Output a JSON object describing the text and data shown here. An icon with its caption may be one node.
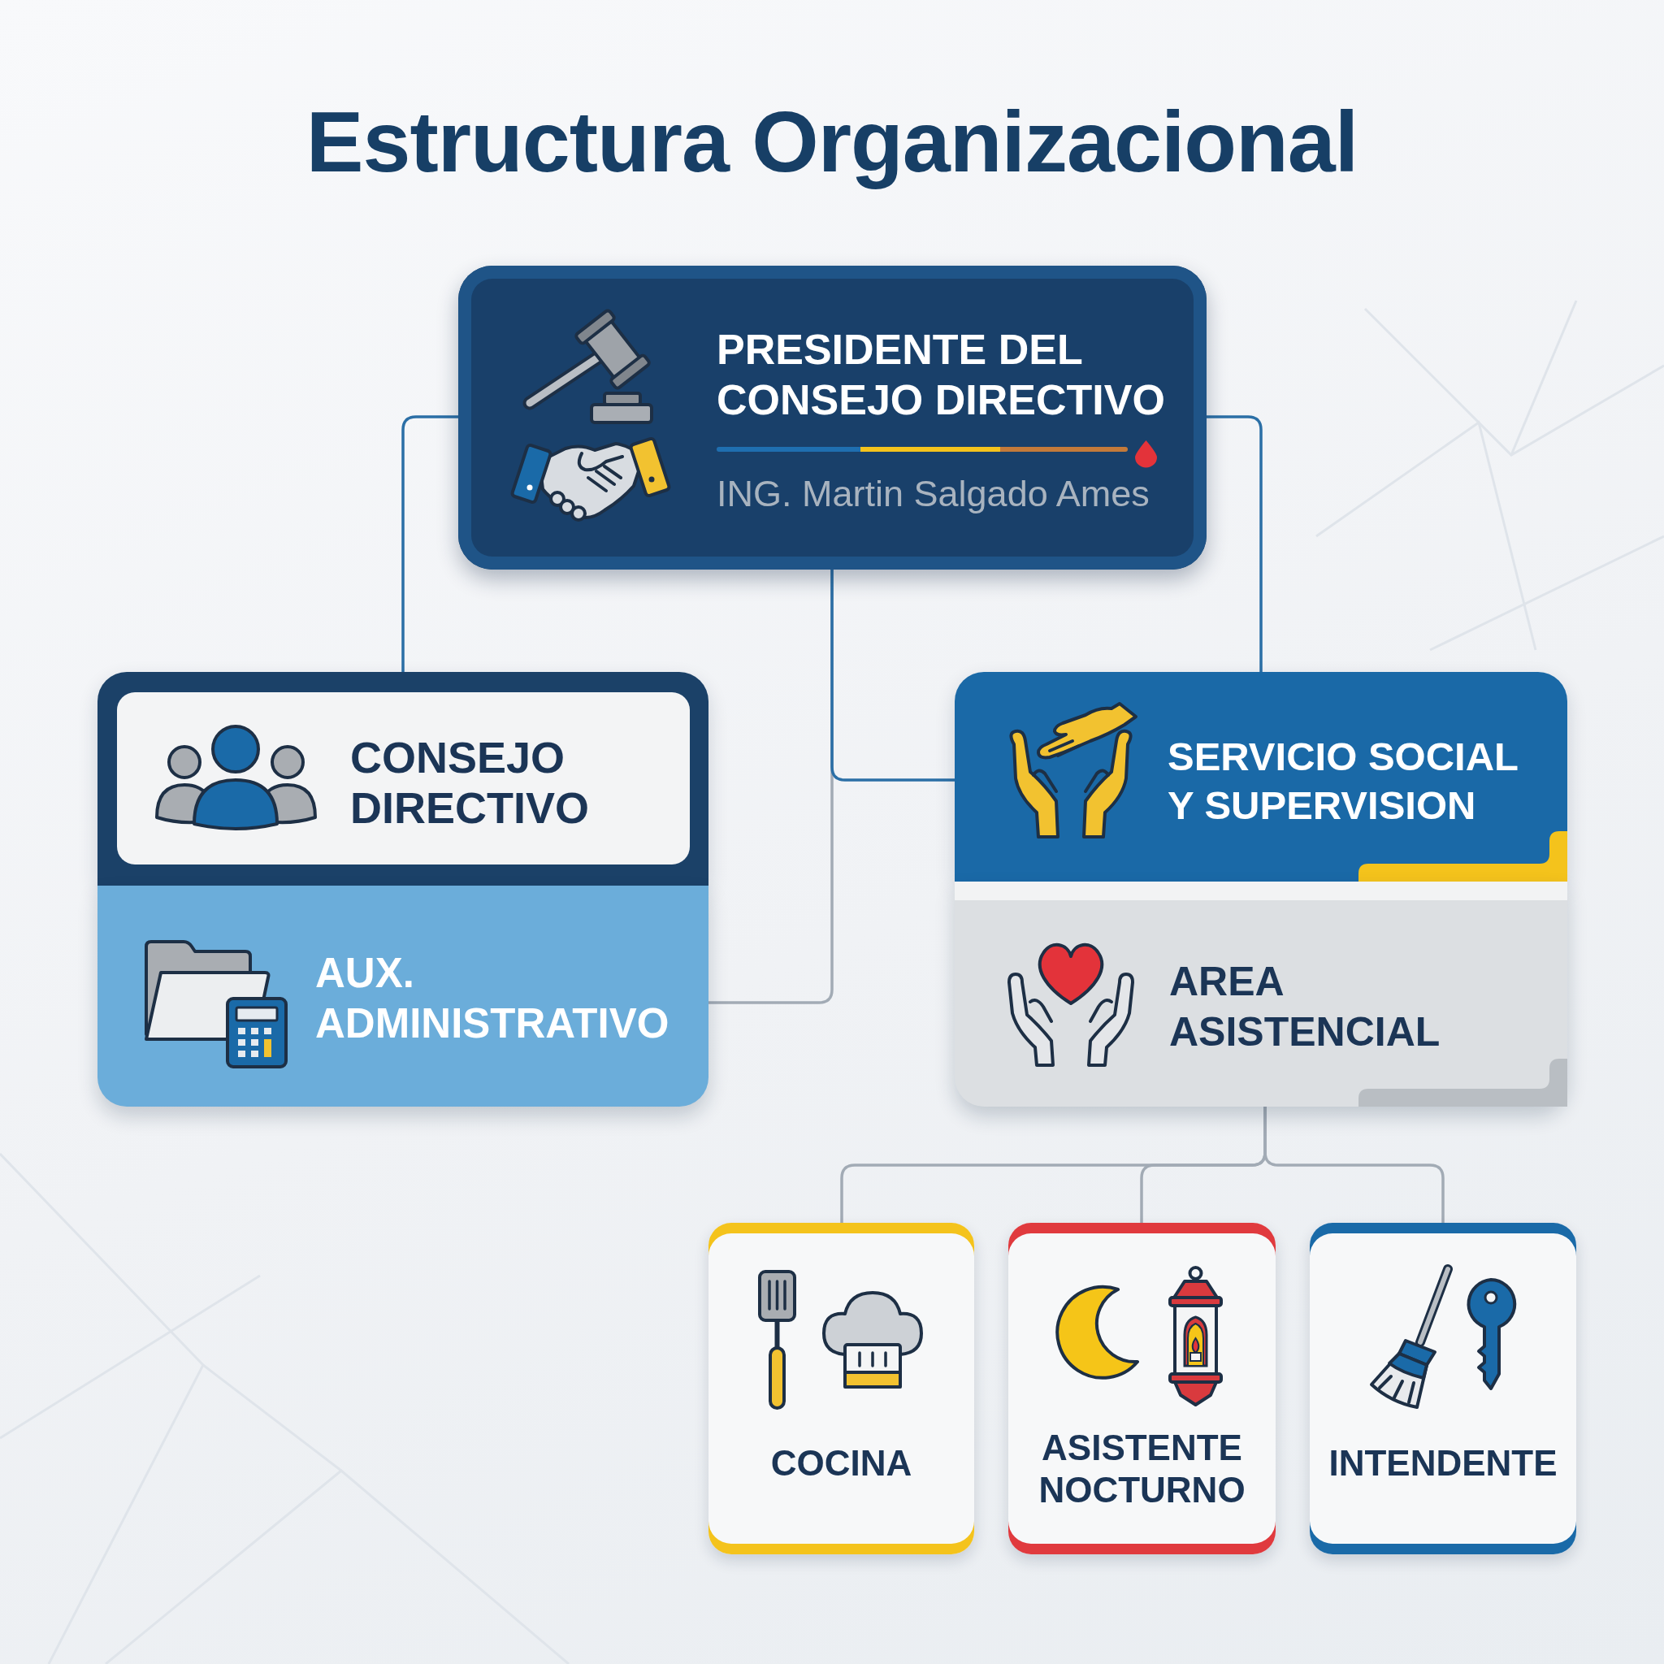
{
  "diagram": {
    "title": "Estructura Organizacional",
    "nodes": [
      {
        "text": [
          "PRESIDENTE DEL CONSEJO DIRECTIVO",
          "ING. Martin Salgado Ames"
        ]
      },
      {
        "text": [
          "CONSEJO DIRECTIVO"
        ]
      },
      {
        "text": [
          "AUX. ADMINISTRATIVO"
        ]
      },
      {
        "text": [
          "SERVICIO SOCIAL Y SUPERVISION"
        ]
      },
      {
        "text": [
          "AREA ASISTENCIAL"
        ]
      },
      {
        "text": [
          "COCINA"
        ]
      },
      {
        "text": [
          "ASISTENTE NOCTURNO"
        ]
      },
      {
        "text": [
          "INTENDENTE"
        ]
      }
    ],
    "edges": [
      {
        "from": 0,
        "to": 1,
        "arrow": "none",
        "color": "#2b6fa6"
      },
      {
        "from": 0,
        "to": 3,
        "arrow": "none",
        "color": "#2b6fa6"
      },
      {
        "from": 0,
        "to": 3,
        "arrow": "none",
        "color": "#2b6fa6"
      },
      {
        "from": 0,
        "to": 2,
        "arrow": "none"
      },
      {
        "from": 4,
        "to": 5,
        "arrow": "none"
      },
      {
        "from": 4,
        "to": 6,
        "arrow": "none"
      },
      {
        "from": 4,
        "to": 7,
        "arrow": "none"
      }
    ]
  }
}
